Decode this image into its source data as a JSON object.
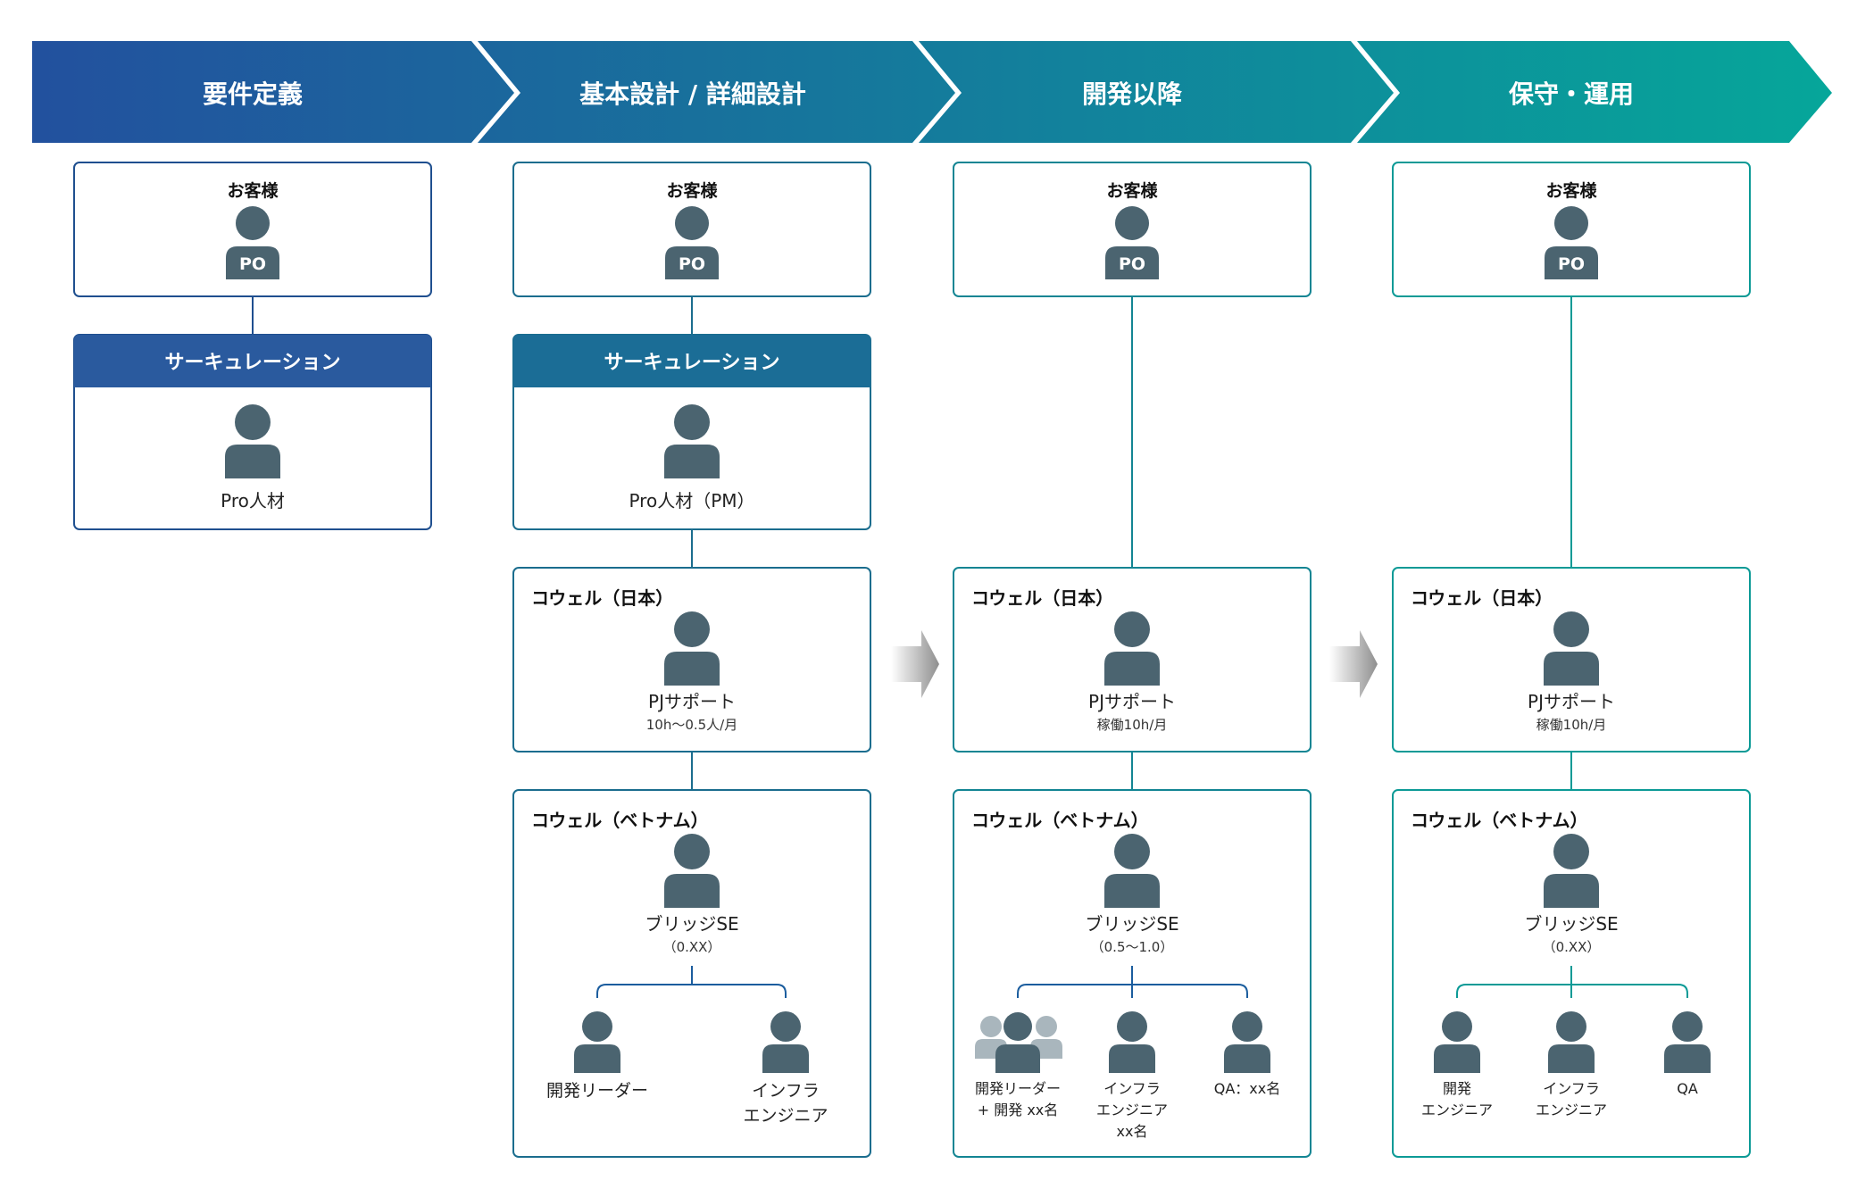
{
  "colors": {
    "gradient_start": "#234f9e",
    "gradient_end": "#06a69a",
    "person": "#4b6470",
    "person_light": "#a9b6bd",
    "phase_text": "#ffffff",
    "connector_arrow": "#9a9a9a"
  },
  "phases": [
    {
      "label": "要件定義"
    },
    {
      "label": "基本設計 / 詳細設計"
    },
    {
      "label": "開発以降"
    },
    {
      "label": "保守・運用"
    }
  ],
  "columns": [
    {
      "customer": {
        "title": "お客様",
        "badge": "PO"
      },
      "circulation": {
        "header": "サーキュレーション",
        "role": "Pro人材"
      }
    },
    {
      "customer": {
        "title": "お客様",
        "badge": "PO"
      },
      "circulation": {
        "header": "サーキュレーション",
        "role": "Pro人材（PM）"
      },
      "japan": {
        "title": "コウェル（日本）",
        "role": "PJサポート",
        "detail": "10h〜0.5人/月"
      },
      "vietnam": {
        "title": "コウェル（ベトナム）",
        "role": "ブリッジSE",
        "detail": "（0.XX）",
        "members": [
          {
            "line1": "開発リーダー",
            "line2": ""
          },
          {
            "line1": "インフラ",
            "line2": "エンジニア"
          }
        ]
      }
    },
    {
      "customer": {
        "title": "お客様",
        "badge": "PO"
      },
      "japan": {
        "title": "コウェル（日本）",
        "role": "PJサポート",
        "detail": "稼働10h/月"
      },
      "vietnam": {
        "title": "コウェル（ベトナム）",
        "role": "ブリッジSE",
        "detail": "（0.5〜1.0）",
        "members": [
          {
            "line1": "開発リーダー",
            "line2": "+ 開発 xx名",
            "group": true
          },
          {
            "line1": "インフラ",
            "line2": "エンジニア",
            "line3": "xx名"
          },
          {
            "line1": "QA：xx名",
            "line2": ""
          }
        ]
      }
    },
    {
      "customer": {
        "title": "お客様",
        "badge": "PO"
      },
      "japan": {
        "title": "コウェル（日本）",
        "role": "PJサポート",
        "detail": "稼働10h/月"
      },
      "vietnam": {
        "title": "コウェル（ベトナム）",
        "role": "ブリッジSE",
        "detail": "（0.XX）",
        "members": [
          {
            "line1": "開発",
            "line2": "エンジニア"
          },
          {
            "line1": "インフラ",
            "line2": "エンジニア"
          },
          {
            "line1": "QA",
            "line2": ""
          }
        ]
      }
    }
  ]
}
